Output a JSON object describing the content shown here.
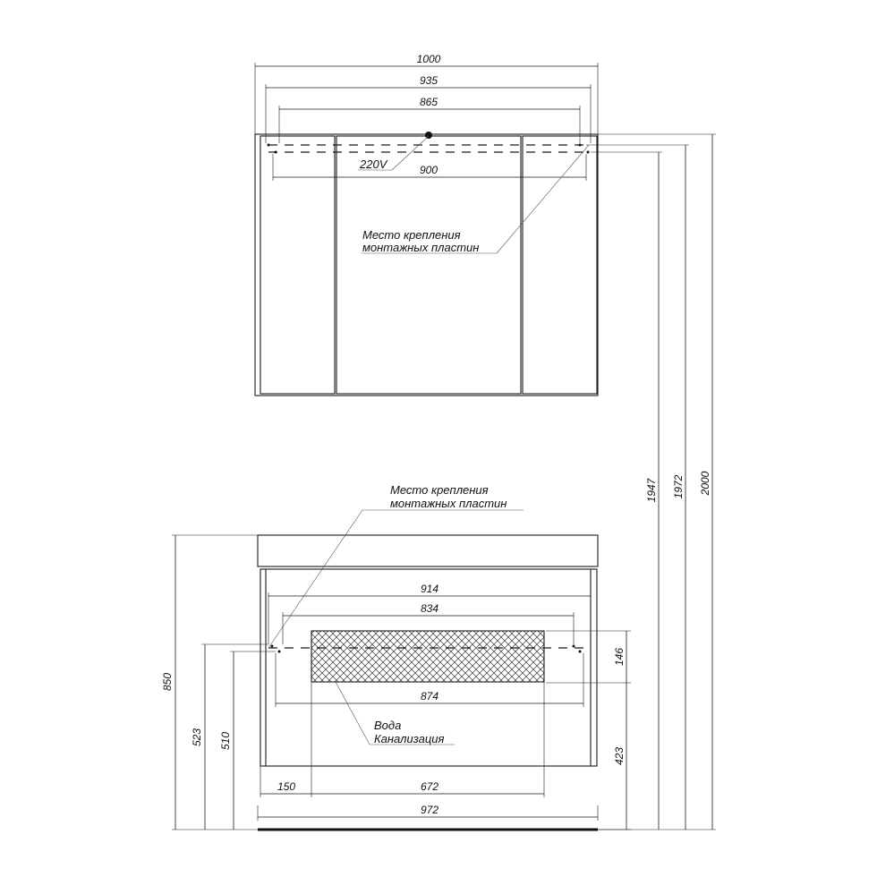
{
  "cabinet": {
    "dim_total_width": "1000",
    "dim_935": "935",
    "dim_865": "865",
    "dim_900": "900",
    "power_label": "220V",
    "mount_note_line1": "Место крепления",
    "mount_note_line2": "монтажных пластин"
  },
  "vanity": {
    "mount_note_line1": "Место крепления",
    "mount_note_line2": "монтажных пластин",
    "dim_914": "914",
    "dim_834": "834",
    "dim_874": "874",
    "dim_146": "146",
    "dim_423": "423",
    "dim_150": "150",
    "dim_672": "672",
    "dim_972": "972",
    "dim_850": "850",
    "dim_523": "523",
    "dim_510": "510",
    "water_label": "Вода",
    "sewer_label": "Канализация"
  },
  "heights": {
    "dim_1947": "1947",
    "dim_1972": "1972",
    "dim_2000": "2000"
  }
}
